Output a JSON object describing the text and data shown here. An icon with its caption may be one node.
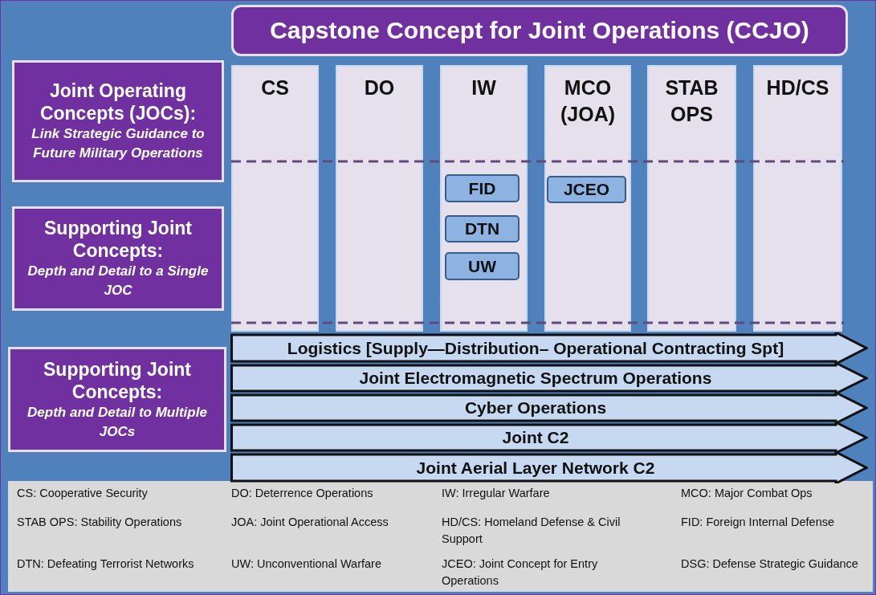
{
  "diagram": {
    "nodes": [
      {
        "text": [
          "Capstone Concept for Joint Operations (CCJO)"
        ]
      },
      {
        "text": [
          "Joint Operating Concepts (JOCs):",
          "Link Strategic Guidance to Future Military Operations"
        ]
      },
      {
        "text": [
          "Supporting Joint Concepts:",
          "Depth and Detail to a Single JOC"
        ]
      },
      {
        "text": [
          "Supporting Joint Concepts:",
          "Depth and Detail to Multiple JOCs"
        ]
      },
      {
        "text": [
          "CS"
        ]
      },
      {
        "text": [
          "DO"
        ]
      },
      {
        "text": [
          "IW"
        ]
      },
      {
        "text": [
          "MCO (JOA)"
        ]
      },
      {
        "text": [
          "STAB OPS"
        ]
      },
      {
        "text": [
          "HD/CS"
        ]
      },
      {
        "text": [
          "FID"
        ],
        "in": 6
      },
      {
        "text": [
          "DTN"
        ],
        "in": 6
      },
      {
        "text": [
          "UW"
        ],
        "in": 6
      },
      {
        "text": [
          "JCEO"
        ],
        "in": 7
      },
      {
        "text": [
          "Logistics [Supply—Distribution– Operational Contracting Spt]"
        ]
      },
      {
        "text": [
          "Joint Electromagnetic Spectrum Operations"
        ]
      },
      {
        "text": [
          "Cyber Operations"
        ]
      },
      {
        "text": [
          "Joint C2"
        ]
      },
      {
        "text": [
          "Joint Aerial Layer Network C2"
        ]
      }
    ],
    "edges": [],
    "labels": [
      "CS: Cooperative Security",
      "DO: Deterrence Operations",
      "IW: Irregular Warfare",
      "MCO: Major Combat Ops",
      "STAB OPS: Stability Operations",
      "JOA: Joint Operational Access",
      "HD/CS: Homeland Defense & Civil Support",
      "FID: Foreign Internal Defense",
      "DTN: Defeating Terrorist Networks",
      "UW: Unconventional Warfare",
      "JCEO: Joint Concept for Entry Operations",
      "DSG: Defense Strategic Guidance"
    ]
  }
}
